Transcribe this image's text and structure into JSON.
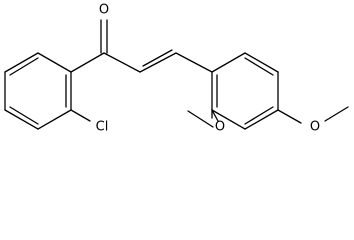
{
  "molecule": {
    "atoms": {
      "carbonyl_oxygen": "O",
      "chlorine": "Cl",
      "methoxy_oxygen_ortho": "O",
      "methoxy_oxygen_para": "O"
    }
  }
}
